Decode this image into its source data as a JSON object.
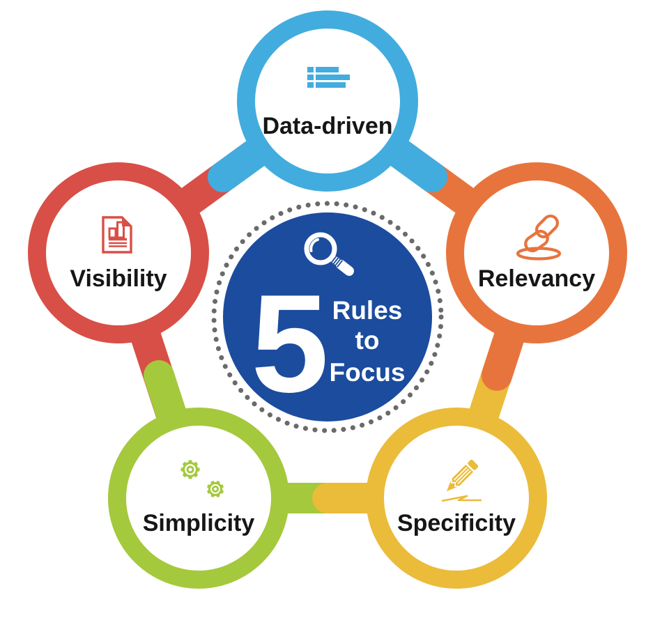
{
  "title": "5 Rules to Focus",
  "center": {
    "number": "5",
    "line1": "Rules",
    "line2": "to",
    "line3": "Focus",
    "bg_color": "#1B4C9E",
    "text_color": "#FFFFFF",
    "dot_ring_color": "#6A6A6A",
    "icon": "magnifier-icon"
  },
  "nodes": [
    {
      "label": "Data-driven",
      "color": "#42ACDE",
      "icon": "list-bars-icon"
    },
    {
      "label": "Relevancy",
      "color": "#E7743D",
      "icon": "chain-link-icon"
    },
    {
      "label": "Specificity",
      "color": "#EBBB3A",
      "icon": "pencil-icon"
    },
    {
      "label": "Simplicity",
      "color": "#A4C93D",
      "icon": "gears-icon"
    },
    {
      "label": "Visibility",
      "color": "#D84F47",
      "icon": "document-chart-icon"
    }
  ],
  "label_color": "#161616",
  "background_color": "#FFFFFF"
}
